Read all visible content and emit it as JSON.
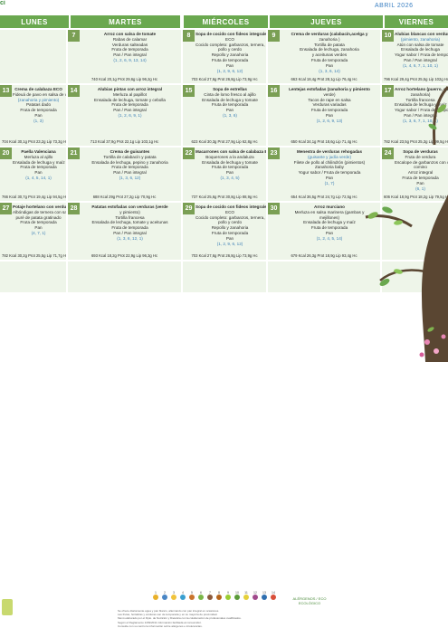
{
  "header": {
    "logo_text": "ci",
    "month": "ABRIL 2026",
    "days": [
      "LUNES",
      "MARTES",
      "MIÉRCOLES",
      "JUEVES",
      "VIERNES"
    ]
  },
  "cells": [
    {
      "day": "",
      "lines": [],
      "kcal": ""
    },
    {
      "day": "7",
      "lines": [
        "Arroz con salsa de tomate",
        "Rabas de calamar",
        "Verduras salteadas",
        "Fruta de temporada",
        "Pan / Pan integral",
        "(1, 2, 6, 9, 13, 14)"
      ],
      "kcal": "740 Kcal 20,1g Prot 29,6g Lip 96,2g Hc"
    },
    {
      "day": "8",
      "lines": [
        "Sopa de cocido con fideos integrales",
        "ECO",
        "Cocido completo: garbanzos, ternera,",
        "pollo y cerdo",
        "Repollo y zanahoria",
        "Fruta de temporada",
        "Pan",
        "(1, 2, 9, 6, 12)"
      ],
      "kcal": "703 Kcal 27,6g Prot 26,8g Lip 73,9g Hc"
    },
    {
      "day": "9",
      "lines": [
        "Crema de verduras (calabacín,acelga y",
        "zanahoria )",
        "Tortilla de patata",
        "Ensalada de lechuga, zanahoria",
        "y aceitunas verdes",
        "Fruta de temporada",
        "Pan",
        "(1, 3, 6, 14)"
      ],
      "kcal": "663 Kcal 18,4g Prot 28,1g Lip 76,4g Hc"
    },
    {
      "day": "10",
      "lines": [
        "Alubias blancas con verduras",
        "(pimiento, zanahoria)",
        "Atún con salsa de tomate",
        "Ensalada de lechuga",
        "Yogur sabor / Fruta de temporada",
        "Pan / Pan integral",
        "(1, 4, 6, 7, 1, 10, 1)"
      ],
      "kcal": "796 Kcal 29,4g Prot 25,5g Lip 102g Hc"
    },
    {
      "day": "13",
      "lines": [
        "Crema de calabaza ECO",
        "Fideuá de pavo en salsa de verduras",
        "(zanahoria y pimiento)",
        "Patatas dado",
        "Fruta de temporada",
        "Pan",
        "(1, 3)"
      ],
      "kcal": "704 Kcal 30,1g Prot 23,2g Lip 73,3g Hc"
    },
    {
      "day": "14",
      "lines": [
        "Alubias pintas con arroz integral",
        "Merluza al papillot",
        "Ensalada de lechuga, tomate y cebolla",
        "Fruta de temporada",
        "Pan / Pan integral",
        "(1, 2, 6, 9, 1)"
      ],
      "kcal": "713 Kcal 37,9g Prot 22,1g Lip 103,1g Hc"
    },
    {
      "day": "15",
      "lines": [
        "Sopa de estrellas",
        "Cinta de lomo fresco al ajillo",
        "Ensalada de lechuga y tomate",
        "Fruta de temporada",
        "Pan",
        "(1, 3, 6)"
      ],
      "kcal": "623 Kcal 30,3g Prot 27,9g Lip 62,8g Hc"
    },
    {
      "day": "16",
      "lines": [
        "Lentejas estofadas (zanahoria y pimiento",
        "verde)",
        "Tacos de rape en salsa",
        "Verduras variadas",
        "Fruta de temporada",
        "Pan",
        "(1, 2, 6, 9, 13)"
      ],
      "kcal": "650 Kcal 34,1g Prot 18,6g Lip 71,4g Hc"
    },
    {
      "day": "17",
      "lines": [
        "Arroz hortelano (puerro, calabacín",
        "zanahoria)",
        "Tortilla francesa",
        "Ensalada de lechuga y maíz",
        "Yogur sabor / Fruta de temporada",
        "Pan / Pan integral",
        "(1, 3, 6, 7, 1, 10, 1)"
      ],
      "kcal": "782 Kcal 23,5g Prot 25,3g Lip 99,5g Hc"
    },
    {
      "day": "20",
      "lines": [
        "Paella Valenciana",
        "Merluza al ajillo",
        "Ensalada de lechuga y maíz",
        "Fruta de temporada",
        "Pan",
        "(1, 4, 5, 14, 1)"
      ],
      "kcal": "766 Kcal 30,7g Prot 19,4g Lip 94,5g Hc"
    },
    {
      "day": "21",
      "lines": [
        "Crema de guisantes",
        "Tortilla de calabacín y patata",
        "Ensalada de lechuga, pepino y zanahoria",
        "Fruta de temporada",
        "Pan / Pan integral",
        "(1, 3, 6, 12)"
      ],
      "kcal": "688 Kcal 29g Prot 27,2g Lip 70,9g Hc"
    },
    {
      "day": "22",
      "lines": [
        "Macarrones con salsa de calabaza ECO",
        "Boquerones a la andaluza",
        "Ensalada de lechuga y tomate",
        "Fruta de temporada",
        "Pan",
        "(1, 3, 4, 5)"
      ],
      "kcal": "737 Kcal 25,6g Prot 30,8g Lip 88,9g Hc"
    },
    {
      "day": "23",
      "lines": [
        "Menestra de verduras rehogadas",
        "(guisante y judía verde)",
        "Filete de pollo al chilindrón (pimientos)",
        "Zanahoria baby",
        "Yogur sabor / Fruta de temporada",
        "Pan",
        "(1, 7)"
      ],
      "kcal": "654 Kcal 36,5g Prot 24,7g Lip 72,5g Hc"
    },
    {
      "day": "24",
      "lines": [
        "Sopa de verduras",
        "Fruta de verdura",
        "Escalope de garbanzos con champiñón",
        "comino",
        "Arroz integral",
        "Fruta de temporada",
        "Pan",
        "(6, 1)"
      ],
      "kcal": "606 Kcal 18,9g Prot 18,2g Lip 79,5g Hc"
    },
    {
      "day": "27",
      "lines": [
        "Potaje hortelano con verduras",
        "Albóndigas de ternera con salsa",
        "puré de patata gratinado",
        "Fruta de temporada",
        "Pan",
        "(4, 7, 1)"
      ],
      "kcal": "782 Kcal 30,2g Prot 25,5g Lip 71,7g Hc"
    },
    {
      "day": "28",
      "lines": [
        "Patatas estofadas con verduras (verde",
        "y pimiento)",
        "Tortilla francesa",
        "Ensalada de lechuga, tomate y aceitunas",
        "Fruta de temporada",
        "Pan / Pan integral",
        "(1, 3, 6, 12, 1)"
      ],
      "kcal": "693 Kcal 18,2g Prot 22,9g Lip 96,3g Hc"
    },
    {
      "day": "29",
      "lines": [
        "Sopa de cocido con fideos integrales",
        "ECO",
        "Cocido completo: garbanzos, ternera,",
        "pollo y cerdo",
        "Repollo y zanahoria",
        "Fruta de temporada",
        "Pan",
        "(1, 2, 9, 6, 12)"
      ],
      "kcal": "703 Kcal 27,6g Prot 26,8g Lip 73,9g Hc"
    },
    {
      "day": "30",
      "lines": [
        "Arroz murciano",
        "Merluza en salsa marinera (gambas y",
        "mejillones)",
        "Ensalada de lechuga y maíz",
        "Fruta de temporada",
        "Pan",
        "(1, 2, 4, 5, 14)"
      ],
      "kcal": "679 Kcal 26,3g Prot 18,9g Lip 93,4g Hc"
    },
    {
      "day": "",
      "lines": [],
      "kcal": ""
    },
    {
      "day": "",
      "lines": [],
      "kcal": ""
    },
    {
      "day": "",
      "lines": [],
      "kcal": ""
    },
    {
      "day": "",
      "lines": [],
      "kcal": ""
    },
    {
      "day": "",
      "lines": [],
      "kcal": ""
    },
    {
      "day": "",
      "lines": [],
      "kcal": ""
    }
  ],
  "footer": {
    "allergens": [
      {
        "n": "1",
        "color": "#e8b02a"
      },
      {
        "n": "2",
        "color": "#4a86c5"
      },
      {
        "n": "3",
        "color": "#f0c33c"
      },
      {
        "n": "4",
        "color": "#3a9fd0"
      },
      {
        "n": "5",
        "color": "#c9742d"
      },
      {
        "n": "6",
        "color": "#7ab648"
      },
      {
        "n": "7",
        "color": "#8c5a3c"
      },
      {
        "n": "8",
        "color": "#b5651d"
      },
      {
        "n": "9",
        "color": "#9acd32"
      },
      {
        "n": "10",
        "color": "#5b9b3a"
      },
      {
        "n": "11",
        "color": "#e5d03a"
      },
      {
        "n": "12",
        "color": "#a04a8c"
      },
      {
        "n": "13",
        "color": "#2f6fb0"
      },
      {
        "n": "14",
        "color": "#d94f3a"
      }
    ],
    "eco_label": "ALÉRGENOS / ECO ECOLÓGICO",
    "notes": [
      "Se ofrece diariamente agua y pan blanco, alternando con pan integral en ocasiones.",
      "Las frutas, hortalizas y verduras son de temporada y en su mayoría de proximidad.",
      "Menú elaborado por el Dpto. de Nutrición y Dietética con la colaboración de profesionales cualificados.",
      "Según el Reglamento 1169/2011 información facilitada al consumidor.",
      "Consulte con su centro la información sobre alérgenos e intolerancias."
    ]
  }
}
